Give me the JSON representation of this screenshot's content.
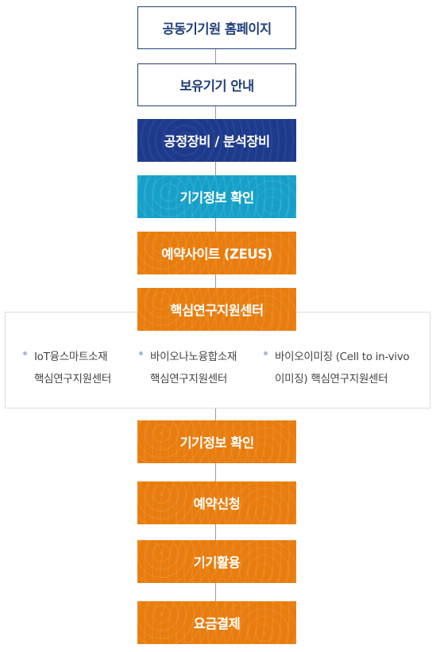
{
  "steps": [
    {
      "id": "homepage",
      "label": "공동기기원 홈페이지",
      "style": "outline"
    },
    {
      "id": "equipment-guide",
      "label": "보유기기 안내",
      "style": "outline"
    },
    {
      "id": "process-analysis",
      "label": "공정장비 / 분석장비",
      "style": "navy"
    },
    {
      "id": "check-info-1",
      "label": "기기정보 확인",
      "style": "teal"
    },
    {
      "id": "reservation-site",
      "label": "예약사이트 (ZEUS)",
      "style": "orange"
    },
    {
      "id": "core-center",
      "label": "핵심연구지원센터",
      "style": "orange"
    },
    {
      "id": "check-info-2",
      "label": "기기정보 확인",
      "style": "orange"
    },
    {
      "id": "reservation-request",
      "label": "예약신청",
      "style": "orange"
    },
    {
      "id": "equipment-use",
      "label": "기기활용",
      "style": "orange"
    },
    {
      "id": "payment",
      "label": "요금결제",
      "style": "orange"
    }
  ],
  "core_centers": [
    {
      "line1": "IoT융스마트소재",
      "line2": "핵심연구지원센터"
    },
    {
      "line1": "바이오나노융합소재",
      "line2": "핵심연구지원센터"
    },
    {
      "line1": "바이오이미징 (Cell to in-vivo",
      "line2": "이미징) 핵심연구지원센터"
    }
  ],
  "colors": {
    "navy": "#1e3a8c",
    "teal": "#16a0c9",
    "orange": "#e87c0d",
    "outline": "#223f7a"
  }
}
